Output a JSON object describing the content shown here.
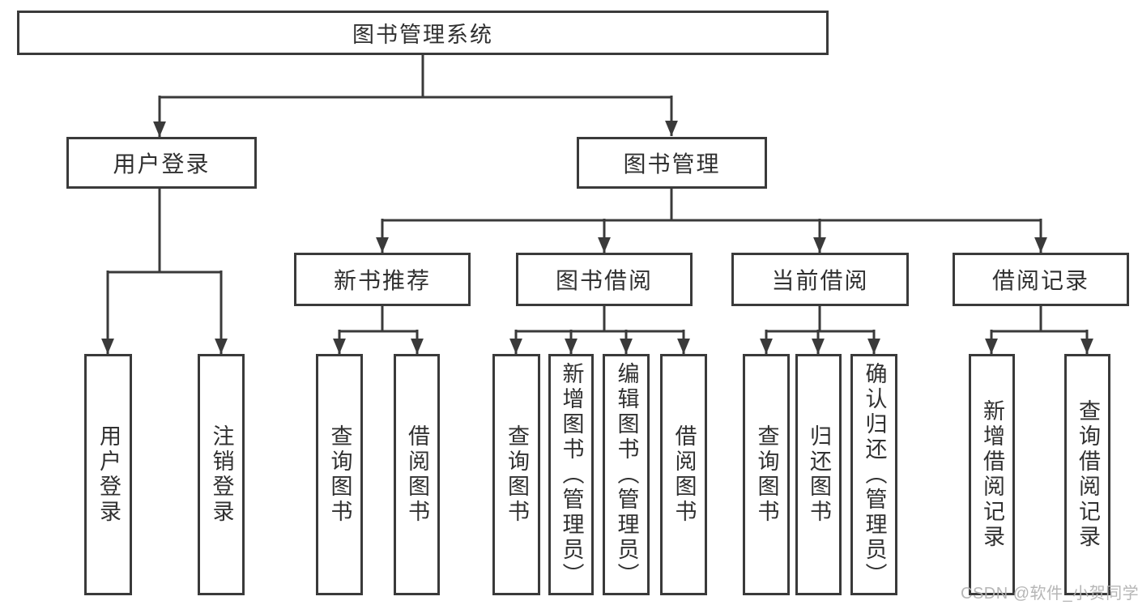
{
  "tree": {
    "root": "图书管理系统",
    "children": [
      {
        "label": "用户登录",
        "children": [
          "用户登录",
          "注销登录"
        ]
      },
      {
        "label": "图书管理",
        "children": [
          {
            "label": "新书推荐",
            "children": [
              "查询图书",
              "借阅图书"
            ]
          },
          {
            "label": "图书借阅",
            "children": [
              "查询图书",
              "新增图书（管理员）",
              "编辑图书（管理员）",
              "借阅图书"
            ]
          },
          {
            "label": "当前借阅",
            "children": [
              "查询图书",
              "归还图书",
              "确认归还（管理员）"
            ]
          },
          {
            "label": "借阅记录",
            "children": [
              "新增借阅记录",
              "查询借阅记录"
            ]
          }
        ]
      }
    ]
  },
  "watermark": {
    "text": "CSDN @软件_小贺同学"
  },
  "colors": {
    "line": "#3a3a3a",
    "ink": "#303030",
    "bg": "#ffffff",
    "watermark": "#b3b3b3"
  }
}
